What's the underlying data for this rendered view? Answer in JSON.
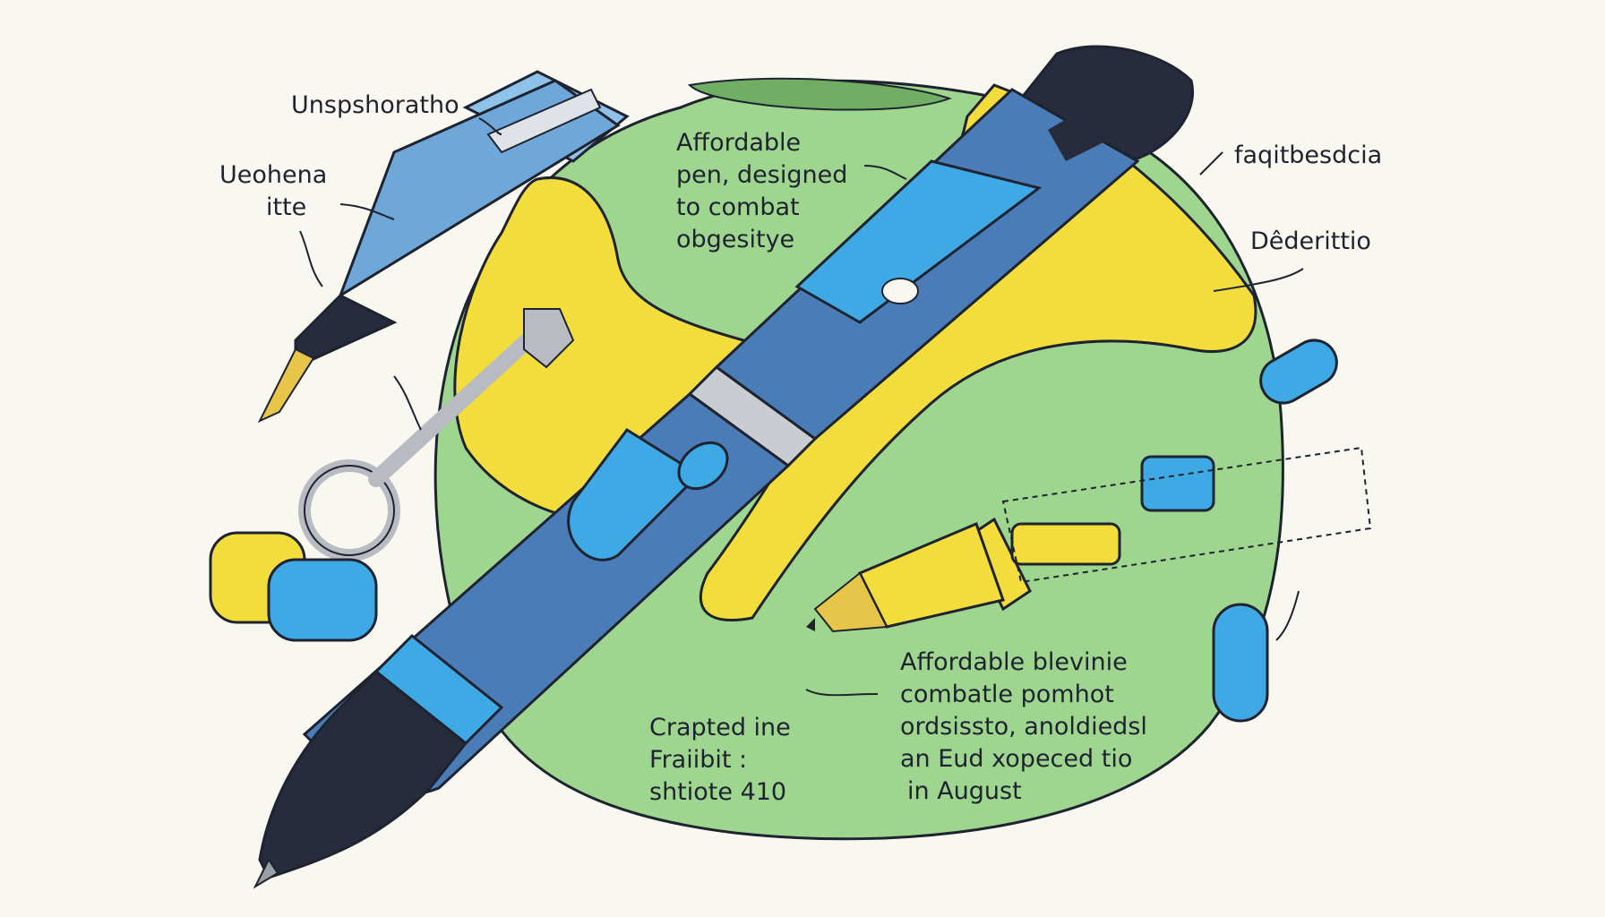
{
  "labels": {
    "top_left": "Unspshoratho",
    "left_1": "Ueohena",
    "left_2": "itte",
    "center_top": [
      "Affordable",
      "pen, designed",
      "to combat",
      "obgesitye"
    ],
    "right_top": "faqitbesdcia",
    "right_mid": "Dêderittio",
    "bottom_left": [
      "Crapted ine",
      "Fraiibit :",
      "shtiote 410"
    ],
    "bottom_right": [
      "Affordable blevinie",
      "combatle pomhot",
      "ordsissto, anoldiedsl",
      "an Eud xopeced tio",
      "in August"
    ]
  },
  "colors": {
    "background": "#f8f8f1",
    "green_blob": "#9ed58f",
    "yellow": "#f2dd3d",
    "pen_blue": "#4a7db8",
    "pen_light_blue": "#3fa9e6",
    "pen_dark": "#262c3d",
    "outline": "#1f2330"
  }
}
